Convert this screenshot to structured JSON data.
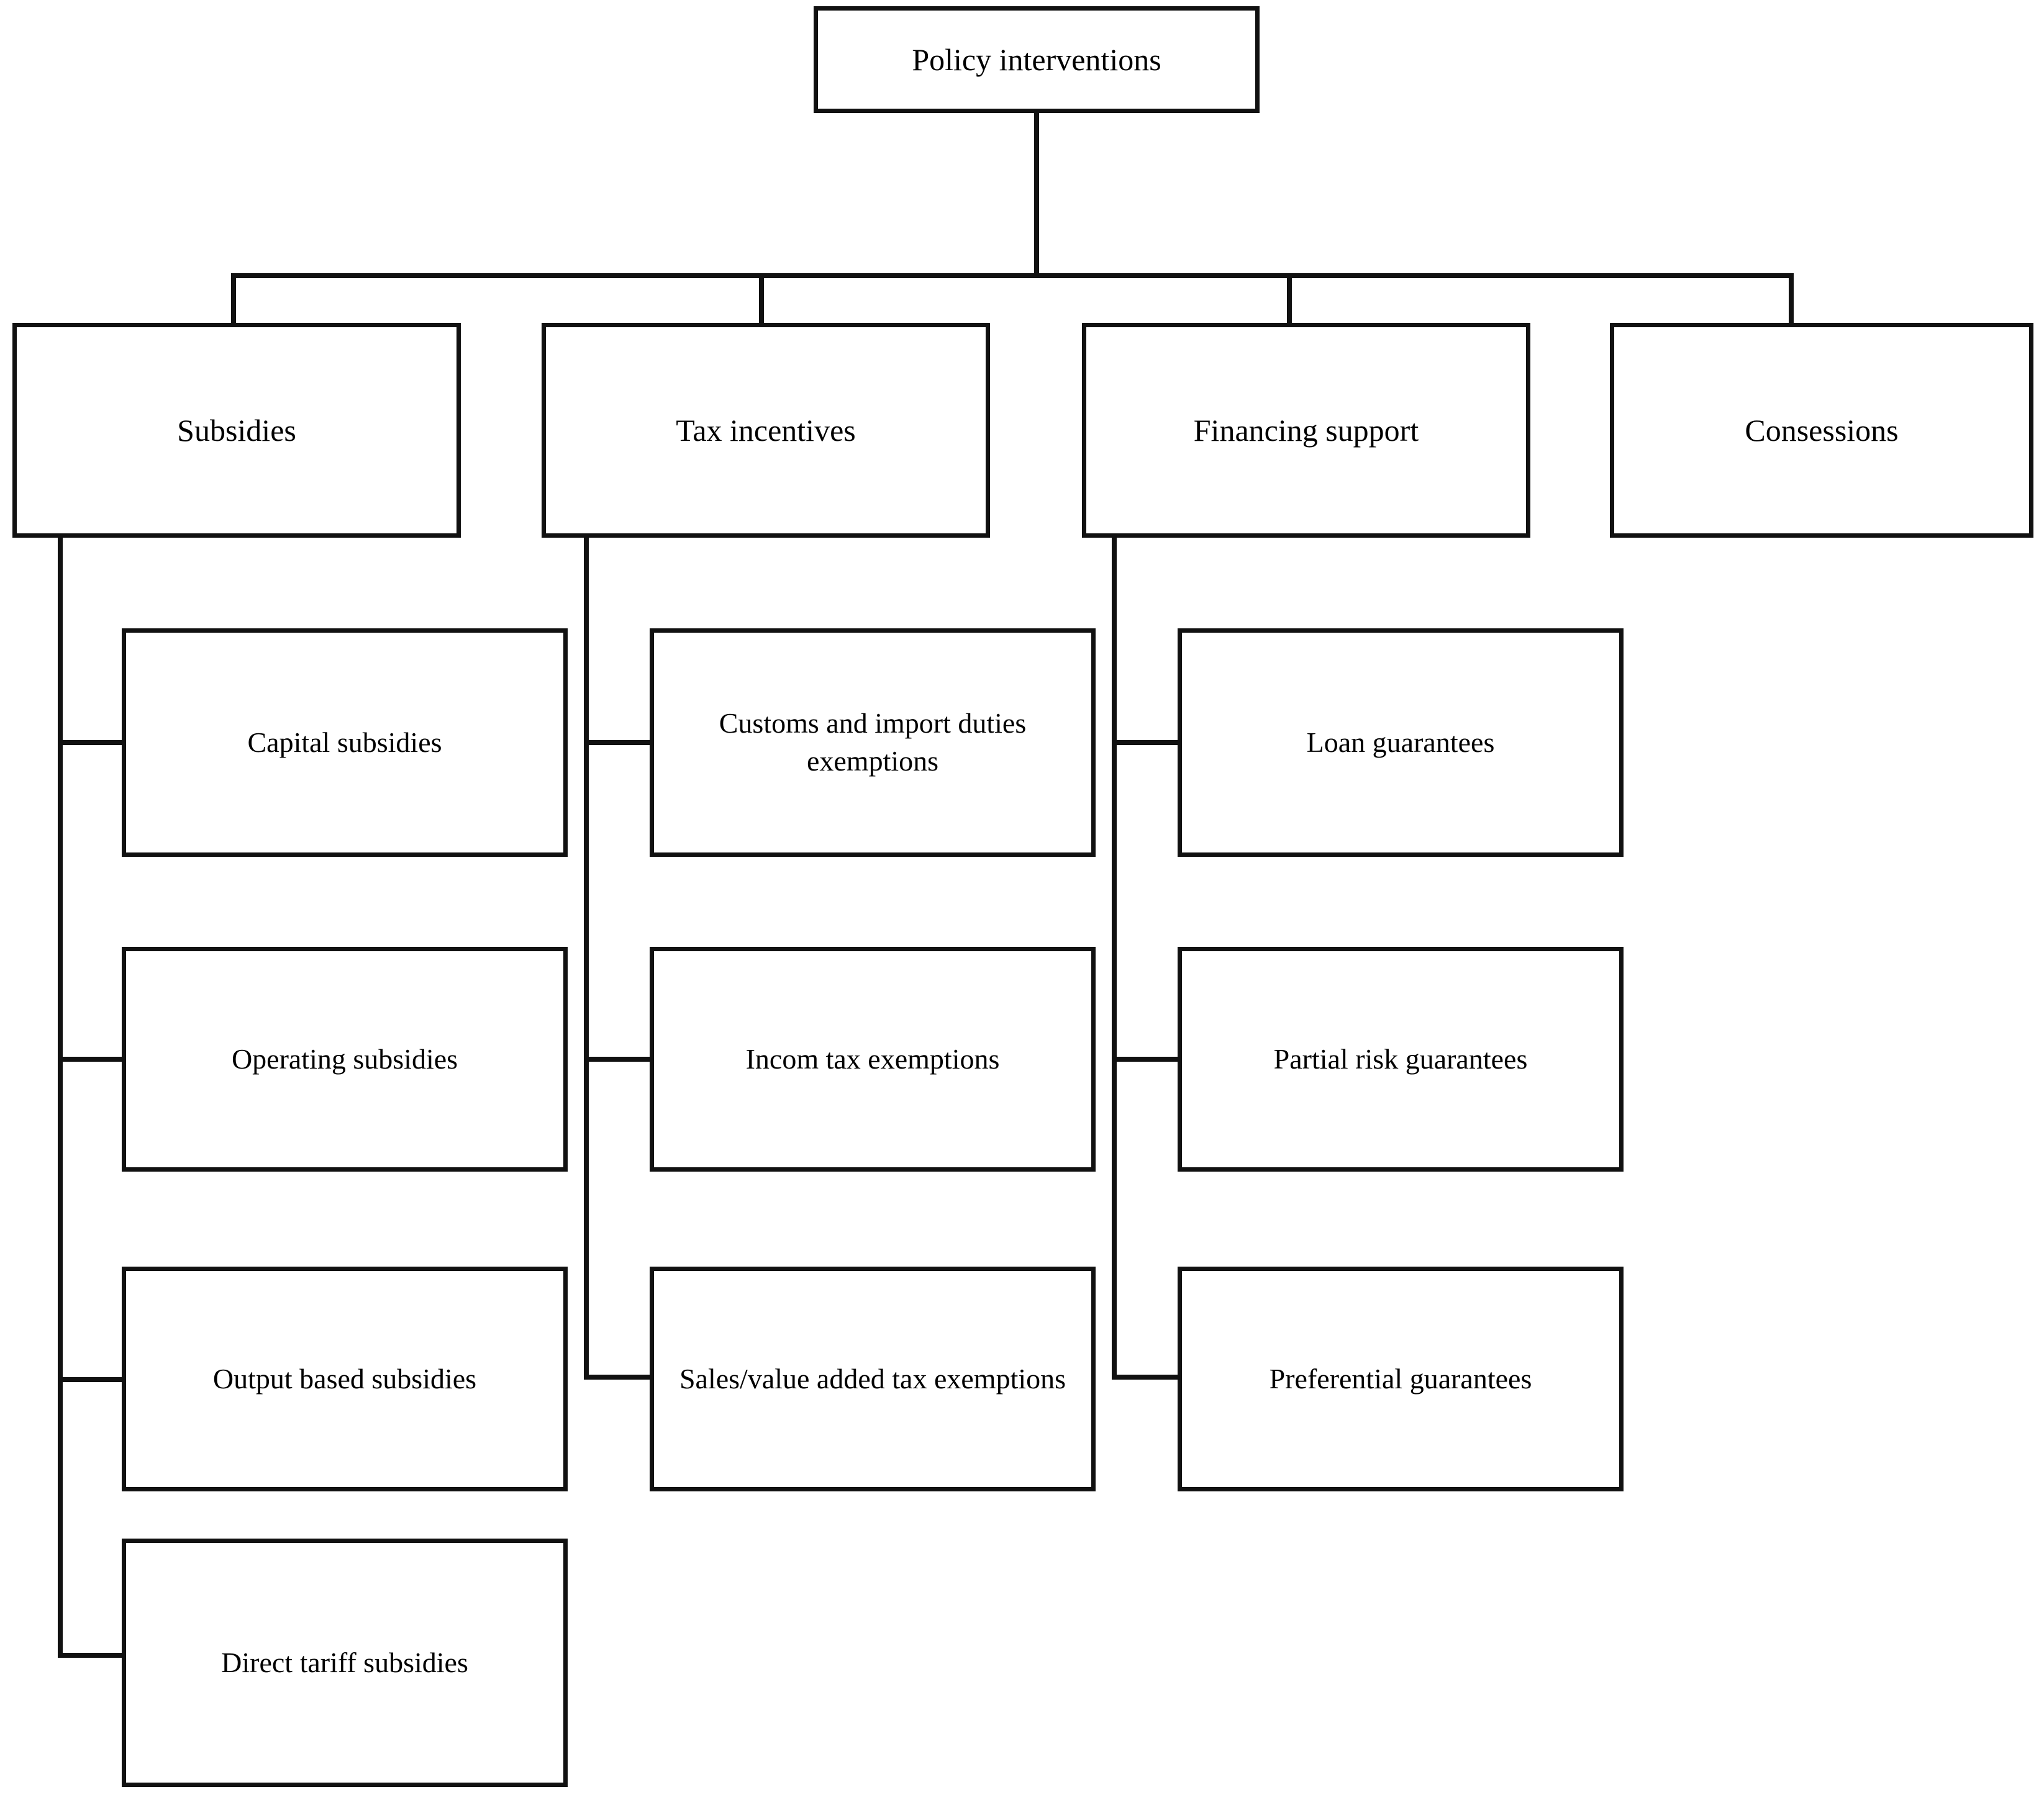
{
  "diagram": {
    "type": "tree",
    "title": "Policy interventions taxonomy",
    "root": {
      "id": "root",
      "label": "Policy interventions"
    },
    "level2": [
      {
        "id": "subsidies",
        "label": "Subsidies"
      },
      {
        "id": "tax",
        "label": "Tax incentives"
      },
      {
        "id": "financing",
        "label": "Financing support"
      },
      {
        "id": "consessions",
        "label": "Consessions"
      }
    ],
    "level3": {
      "subsidies": [
        {
          "id": "capital",
          "label": "Capital subsidies"
        },
        {
          "id": "operating",
          "label": "Operating subsidies"
        },
        {
          "id": "output",
          "label": "Output based subsidies"
        },
        {
          "id": "direct",
          "label": "Direct tariff subsidies"
        }
      ],
      "tax": [
        {
          "id": "customs",
          "label": "Customs and import duties exemptions"
        },
        {
          "id": "incom",
          "label": "Incom tax exemptions"
        },
        {
          "id": "salestax",
          "label": "Sales/value added tax exemptions"
        }
      ],
      "financing": [
        {
          "id": "loan",
          "label": "Loan guarantees"
        },
        {
          "id": "partial",
          "label": "Partial risk guarantees"
        },
        {
          "id": "preferent",
          "label": "Preferential guarantees"
        }
      ],
      "consessions": []
    },
    "style": {
      "line_color": "#111111",
      "box_fill": "#ffffff",
      "page_background": "#ffffff"
    }
  }
}
